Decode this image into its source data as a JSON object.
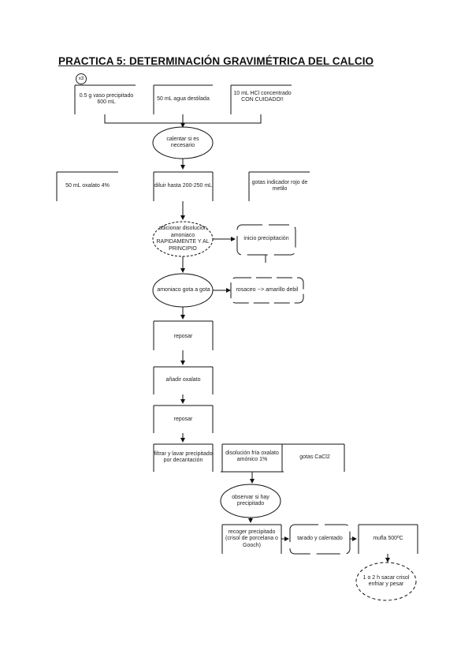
{
  "title": "PRACTICA 5: DETERMINACIÓN GRAVIMÉTRICA DEL CALCIO",
  "badge": "x3",
  "steps": {
    "sample": "0.5 g vaso precipitado 600 mL",
    "water": "50 mL agua destilada",
    "hcl": "10 mL HCl concentrado CON CUIDADO!!",
    "heat": "calentar si es necesario",
    "oxalate": "50 mL oxalato 4%",
    "dilute": "diluir hasta 200-250 mL",
    "indicator": "gotas indicador rojo de metilo",
    "ammonia_add": "adicionar disolución amoniaco RAPIDAMENTE Y AL PRINCIPIO",
    "precip_start": "inicio precipitación",
    "ammonia_drop": "amoniaco gota a gota",
    "color_change": "rosaceo --> amarillo debil",
    "rest1": "reposar",
    "add_oxalate": "añadir oxalato",
    "rest2": "reposar",
    "filter": "filtrar y lavar precipitado por decantación",
    "wash_solution": "disolución fría oxalato amónico 1%",
    "cacl2": "gotas CaCl2",
    "observe": "observar si hay precipitado",
    "collect": "recoger precipitado (crisol de porcelana o Gooch)",
    "tare": "tarado y calentado",
    "muffle": "mufla 500ºC",
    "final": "1 o 2 h sacar crisol enfriar y pesar"
  }
}
